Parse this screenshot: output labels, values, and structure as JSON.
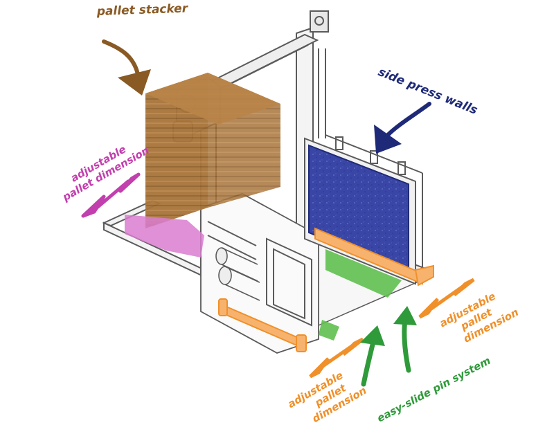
{
  "colors": {
    "stacker": "#8a5a24",
    "stacker_fill": "#a8743a",
    "press": "#1e2a78",
    "press_fill": "#3a46a6",
    "adjust_left": "#c23fae",
    "adjust_left_fill": "#d97ccf",
    "adjust_right": "#f0902a",
    "adjust_right_fill": "#f7b36e",
    "pin": "#2f9a3a",
    "pin_fill": "#5fbf4e",
    "line": "#5a5a5a"
  },
  "labels": {
    "stacker": "pallet stacker",
    "press": "side press walls",
    "left_adjust": [
      "adjustable",
      "pallet dimension"
    ],
    "right_adjust": [
      "adjustable",
      "pallet",
      "dimension"
    ],
    "bottom_adjust": [
      "adjustable",
      "pallet",
      "dimension"
    ],
    "pin": "easy-slide pin system"
  }
}
